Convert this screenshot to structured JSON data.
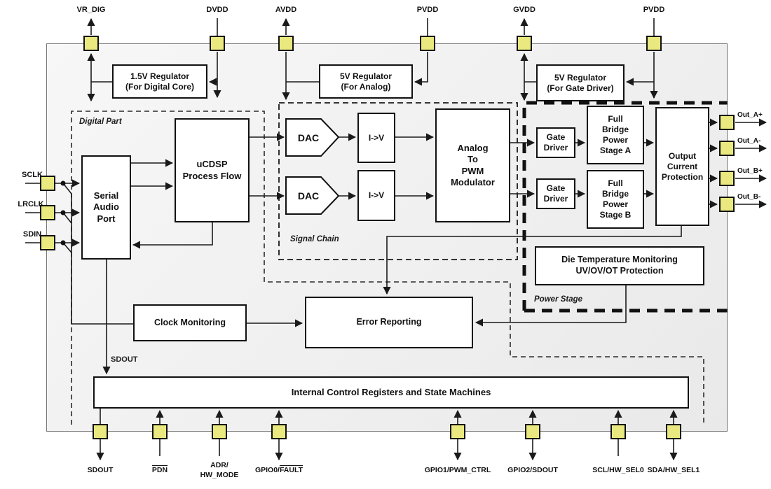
{
  "sections": {
    "digital_part": "Digital Part",
    "signal_chain": "Signal Chain",
    "power_stage": "Power Stage"
  },
  "blocks": {
    "regulator_digital": {
      "label": "1.5V Regulator\n(For Digital Core)"
    },
    "regulator_analog": {
      "label": "5V Regulator\n(For Analog)"
    },
    "regulator_gate": {
      "label": "5V Regulator\n(For Gate Driver)"
    },
    "serial_audio_port": {
      "label": "Serial\nAudio\nPort"
    },
    "ucdsp": {
      "label": "uCDSP\nProcess Flow"
    },
    "dac_a": {
      "label": "DAC"
    },
    "dac_b": {
      "label": "DAC"
    },
    "iv_a": {
      "label": "I->V"
    },
    "iv_b": {
      "label": "I->V"
    },
    "pwm_modulator": {
      "label": "Analog\nTo\nPWM\nModulator"
    },
    "gate_driver_a": {
      "label": "Gate\nDriver"
    },
    "gate_driver_b": {
      "label": "Gate\nDriver"
    },
    "bridge_a": {
      "label": "Full\nBridge\nPower\nStage A"
    },
    "bridge_b": {
      "label": "Full\nBridge\nPower\nStage B"
    },
    "output_current_protection": {
      "label": "Output Current Protection"
    },
    "die_temp": {
      "label": "Die Temperature Monitoring\nUV/OV/OT Protection"
    },
    "clock_monitoring": {
      "label": "Clock Monitoring"
    },
    "error_reporting": {
      "label": "Error Reporting"
    },
    "control_registers": {
      "label": "Internal Control Registers and State Machines"
    }
  },
  "nets": {
    "sdout": "SDOUT"
  },
  "top_pins": [
    {
      "label": "VR_DIG"
    },
    {
      "label": "DVDD"
    },
    {
      "label": "AVDD"
    },
    {
      "label": "PVDD"
    },
    {
      "label": "GVDD"
    },
    {
      "label": "PVDD"
    }
  ],
  "left_pins": [
    {
      "label": "SCLK"
    },
    {
      "label": "LRCLK"
    },
    {
      "label": "SDIN"
    }
  ],
  "right_pins": [
    {
      "label": "Out_A+"
    },
    {
      "label": "Out_A-"
    },
    {
      "label": "Out_B+"
    },
    {
      "label": "Out_B-"
    }
  ],
  "bottom_pins": [
    {
      "pre": "SDOUT",
      "ov": "",
      "line2": ""
    },
    {
      "pre": "",
      "ov": "PDN",
      "line2": ""
    },
    {
      "pre": "ADR/",
      "ov": "",
      "line2": "HW_MODE"
    },
    {
      "pre": "GPIO0/",
      "ov": "FAULT",
      "line2": ""
    },
    {
      "pre": "GPIO1/PWM_CTRL",
      "ov": "",
      "line2": ""
    },
    {
      "pre": "GPIO2/SDOUT",
      "ov": "",
      "line2": ""
    },
    {
      "pre": "SCL/HW_SEL0",
      "ov": "",
      "line2": ""
    },
    {
      "pre": "SDA/HW_SEL1",
      "ov": "",
      "line2": ""
    }
  ],
  "colors": {
    "pin_fill": "#e9e97f",
    "line": "#1a1a1a",
    "chip_fill": "#f2f2f2"
  }
}
